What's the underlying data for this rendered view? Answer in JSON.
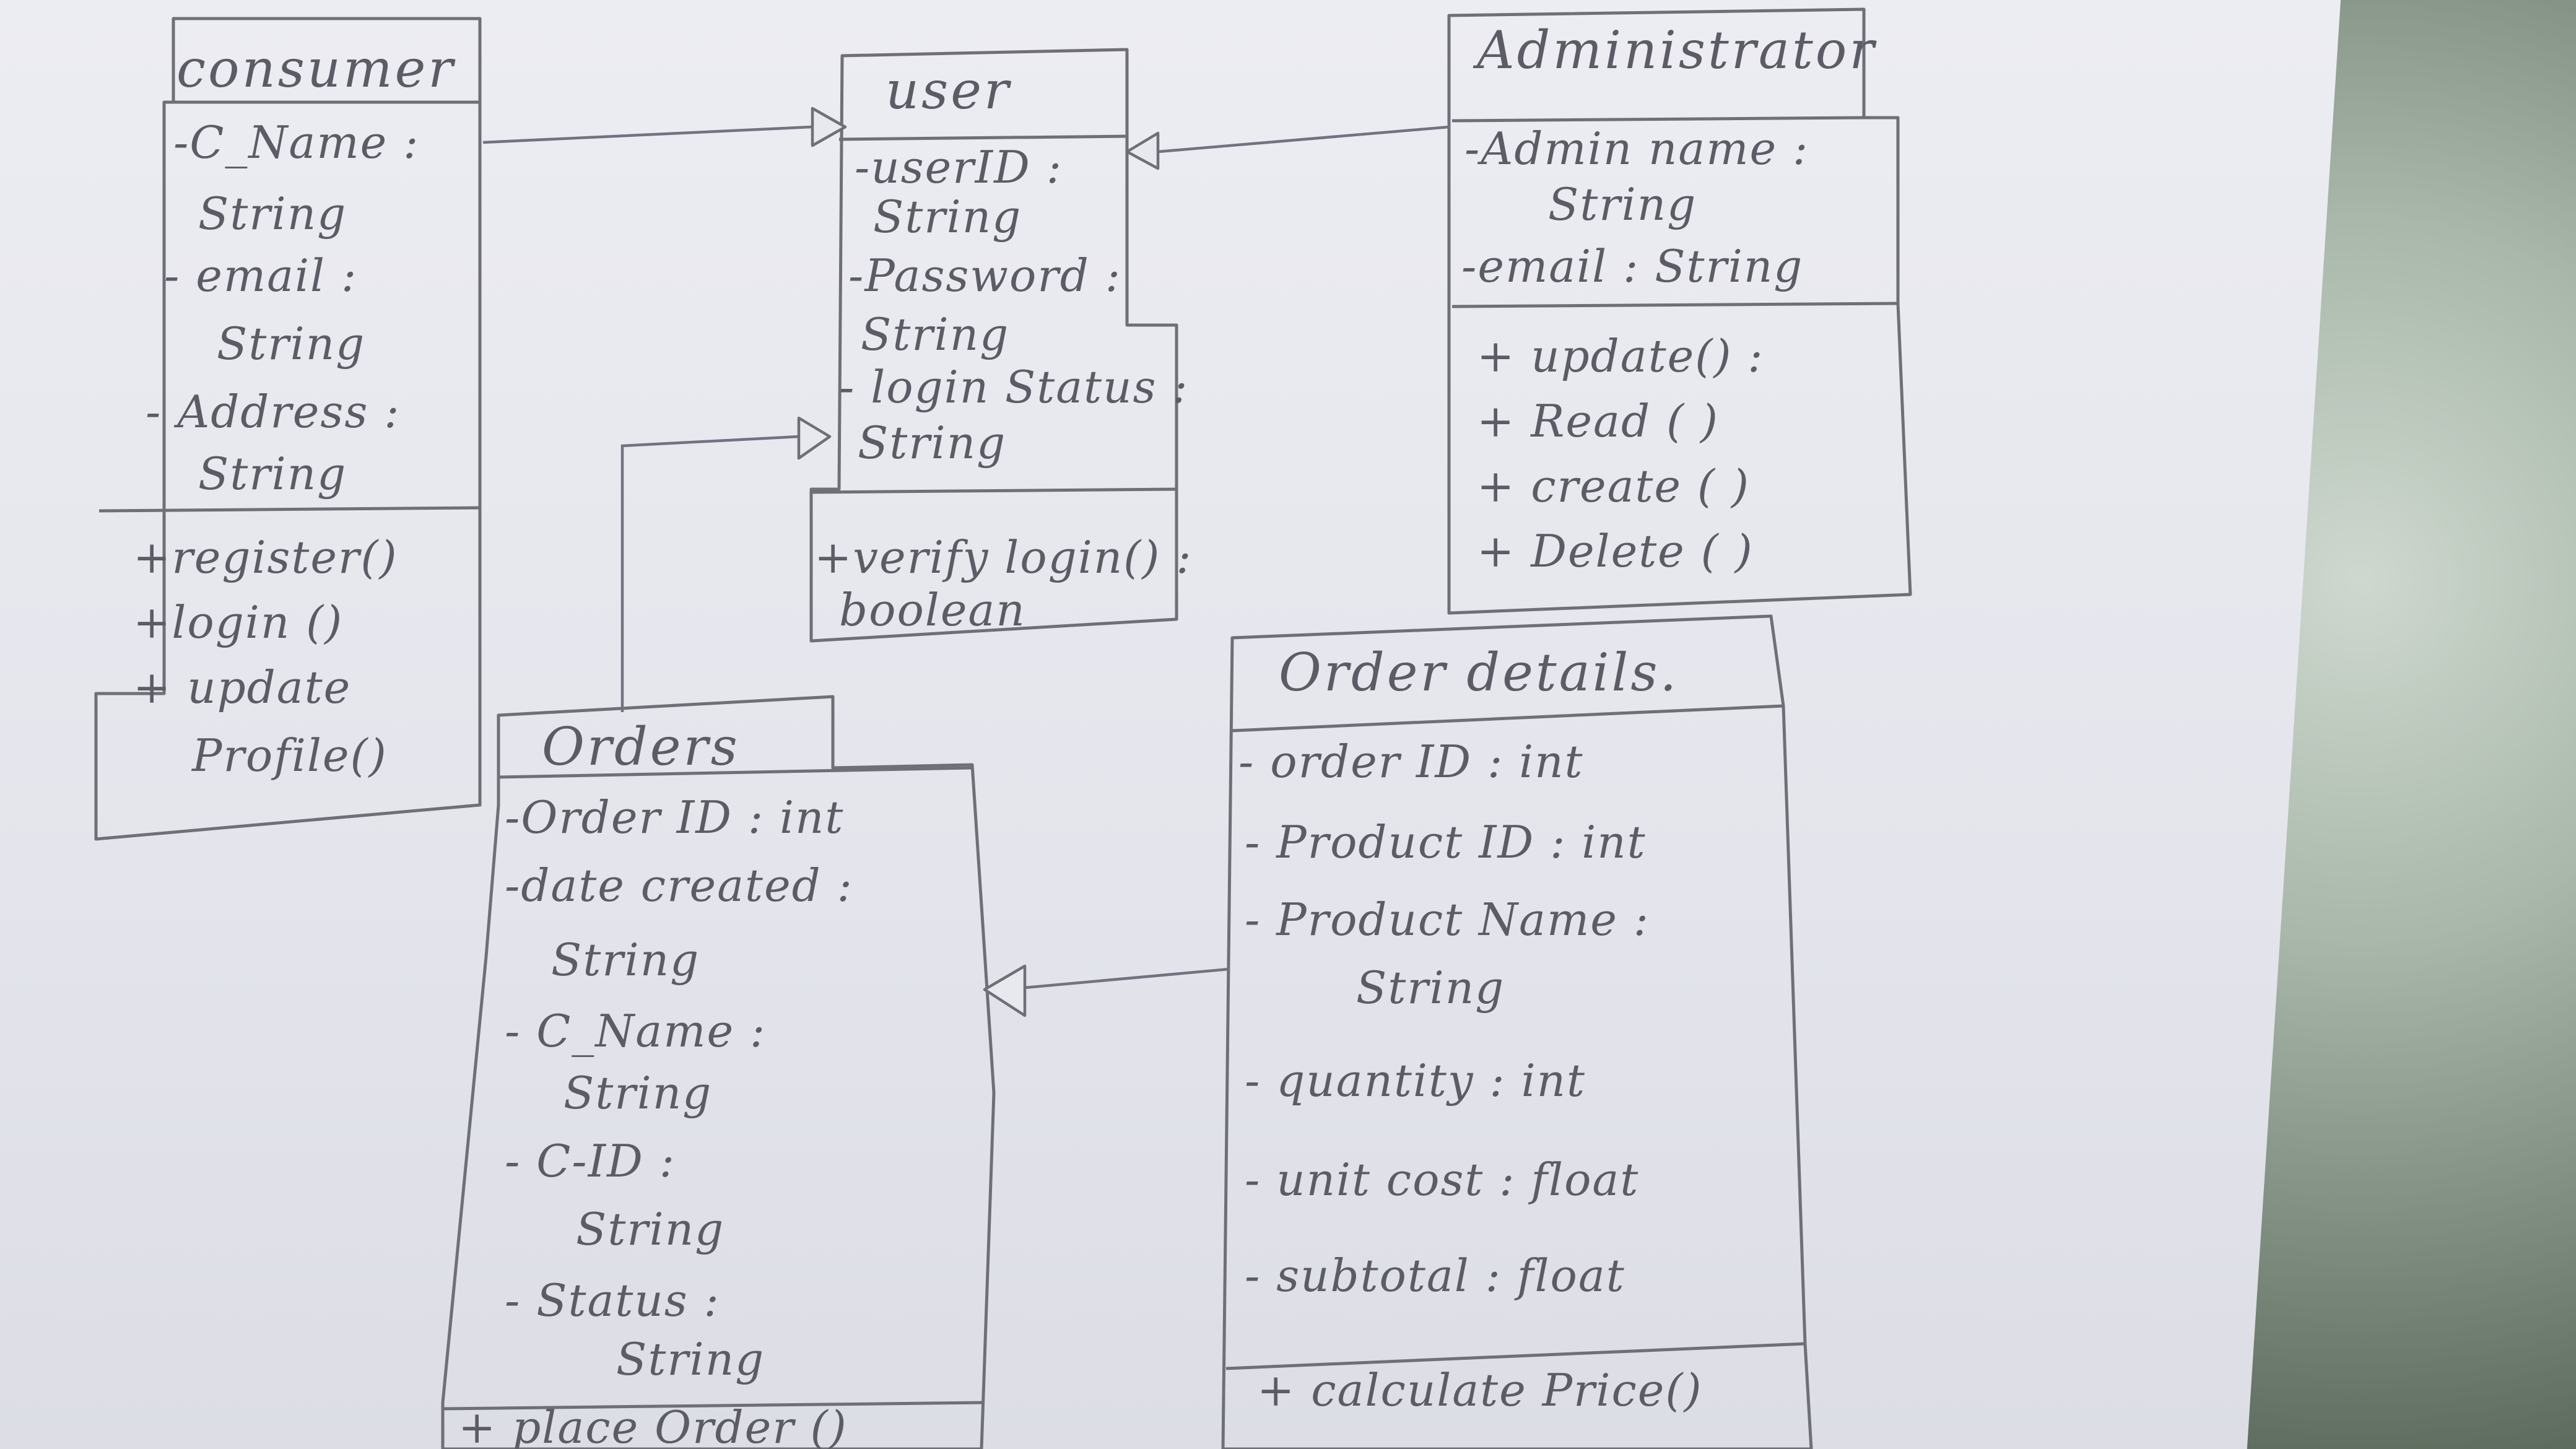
{
  "diagram": {
    "consumer": {
      "name": "consumer",
      "attrs": [
        "-C_Name :",
        "String",
        "- email :",
        "String",
        "- Address :",
        "String"
      ],
      "ops": [
        "+register()",
        "+login ()",
        "+ update",
        "Profile()"
      ]
    },
    "user": {
      "name": "user",
      "attrs": [
        "-userID :",
        "String",
        "-Password :",
        "String",
        "- login Status :",
        "String"
      ],
      "ops": [
        "+verify login() :",
        "boolean"
      ]
    },
    "administrator": {
      "name": "Administrator",
      "attrs": [
        "-Admin name :",
        "String",
        "-email : String"
      ],
      "ops": [
        "+ update() :",
        "+ Read ( )",
        "+ create ( )",
        "+ Delete ( )"
      ]
    },
    "orders": {
      "name": "Orders",
      "attrs": [
        "-Order ID : int",
        "-date created :",
        "String",
        "- C_Name :",
        "String",
        "- C-ID :",
        "String",
        "- Status :",
        "String"
      ],
      "ops": [
        "+ place Order ()"
      ]
    },
    "order_details": {
      "name": "Order details.",
      "attrs": [
        "- order ID : int",
        "- Product ID : int",
        "- Product Name :",
        "String",
        "- quantity : int",
        "- unit cost : float",
        "- subtotal : float"
      ],
      "ops": [
        "+ calculate Price()"
      ]
    }
  }
}
